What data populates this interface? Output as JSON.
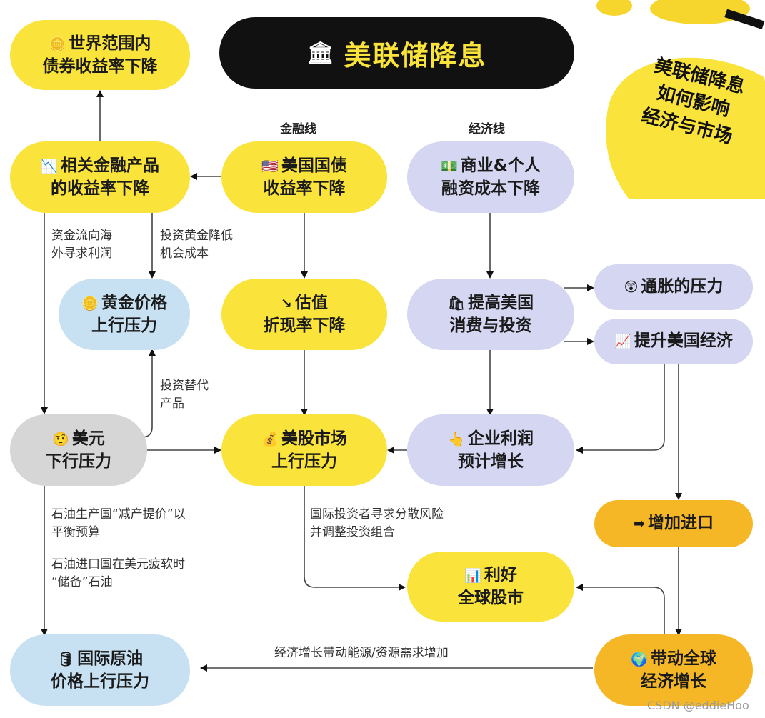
{
  "title": "美联储降息",
  "title_icon": "bank-building-icon",
  "sticker": {
    "line1": "美联储降息",
    "line2": "如何影响",
    "line3": "经济与市场"
  },
  "section_labels": {
    "finance": "金融线",
    "economy": "经济线"
  },
  "nodes": {
    "bond_yields_world": {
      "icon": "coin-icon",
      "icon_glyph": "🪙",
      "line1": "世界范围内",
      "line2": "债券收益率下降"
    },
    "related_yields": {
      "icon": "chart-down-icon",
      "icon_glyph": "📉",
      "line1": "相关金融产品",
      "line2": "的收益率下降"
    },
    "us_treasury": {
      "icon": "us-flag-icon",
      "icon_glyph": "🇺🇸",
      "line1": "美国国债",
      "line2": "收益率下降"
    },
    "financing_cost": {
      "icon": "money-icon",
      "icon_glyph": "💵",
      "line1": "商业&个人",
      "line2": "融资成本下降"
    },
    "gold": {
      "icon": "gold-bar-icon",
      "icon_glyph": "🪙",
      "line1": "黄金价格",
      "line2": "上行压力"
    },
    "valuation": {
      "icon": "arrow-down-right-icon",
      "icon_glyph": "↘",
      "line1": "估值",
      "line2": "折现率下降"
    },
    "consumption": {
      "icon": "shopping-bag-icon",
      "icon_glyph": "🛍",
      "line1": "提高美国",
      "line2": "消费与投资"
    },
    "inflation": {
      "icon": "surprised-face-icon",
      "icon_glyph": "😲",
      "line1": "通胀的压力"
    },
    "economy": {
      "icon": "chart-up-icon",
      "icon_glyph": "📈",
      "line1": "提升美国经济"
    },
    "usd": {
      "icon": "raised-eyebrow-face-icon",
      "icon_glyph": "🤨",
      "line1": "美元",
      "line2": "下行压力"
    },
    "us_stocks": {
      "icon": "money-bag-icon",
      "icon_glyph": "💰",
      "line1": "美股市场",
      "line2": "上行压力"
    },
    "profits": {
      "icon": "hand-icon",
      "icon_glyph": "👆",
      "line1": "企业利润",
      "line2": "预计增长"
    },
    "imports": {
      "icon": "right-arrow-icon",
      "icon_glyph": "➡",
      "line1": "增加进口"
    },
    "global_stocks": {
      "icon": "bar-chart-icon",
      "icon_glyph": "📊",
      "line1": "利好",
      "line2": "全球股市"
    },
    "oil": {
      "icon": "oil-barrel-icon",
      "icon_glyph": "🛢",
      "line1": "国际原油",
      "line2": "价格上行压力"
    },
    "global_growth": {
      "icon": "globe-icon",
      "icon_glyph": "🌍",
      "line1": "带动全球",
      "line2": "经济增长"
    }
  },
  "edge_labels": {
    "capital_flow": [
      "资金流向海",
      "外寻求利润"
    ],
    "gold_cost": [
      "投资黄金降低",
      "机会成本"
    ],
    "alt_investment": [
      "投资替代",
      "产品"
    ],
    "oil_producers": [
      "石油生产国“减产提价”以",
      "平衡预算"
    ],
    "oil_importers": [
      "石油进口国在美元疲软时",
      "“储备”石油"
    ],
    "diversify": [
      "国际投资者寻求分散风险",
      "并调整投资组合"
    ],
    "energy_demand": [
      "经济增长带动能源/资源需求增加"
    ]
  },
  "watermark": "CSDN @eddieHoo",
  "colors": {
    "yellow": "#fae33a",
    "lavender": "#d4d6f2",
    "lightblue": "#c7e1f2",
    "gray": "#d6d6d6",
    "orange": "#f6b727",
    "title_bg": "#111111"
  }
}
